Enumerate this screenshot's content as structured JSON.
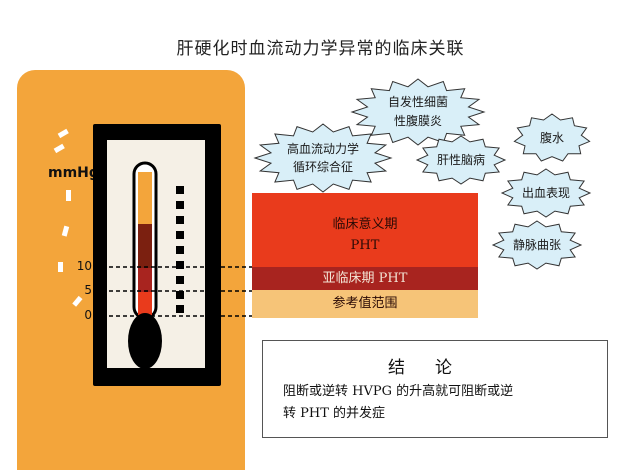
{
  "title": "肝硬化时血流动力学异常的临床关联",
  "unit_label": "mmHg",
  "scale_ticks": [
    "10",
    "5",
    "0"
  ],
  "zones": {
    "clinical": [
      "临床意义期",
      "PHT"
    ],
    "subclinical": "亚临床期 PHT",
    "reference": "参考值范围"
  },
  "complications": {
    "hyperdynamic": [
      "高血流动力学",
      "循环综合征"
    ],
    "sbp": [
      "自发性细菌",
      "性腹膜炎"
    ],
    "he": "肝性脑病",
    "ascites": "腹水",
    "bleeding": "出血表现",
    "varices": "静脉曲张"
  },
  "conclusion": {
    "heading": "结论",
    "body": [
      "阻断或逆转 HVPG 的升高就可阻断或逆",
      "转 PHT 的并发症"
    ]
  },
  "colors": {
    "panel": "#f3a53b",
    "clinical": "#e93b1c",
    "subclinical": "#a8241f",
    "reference": "#f6c478",
    "burst": "#d9eff8"
  }
}
